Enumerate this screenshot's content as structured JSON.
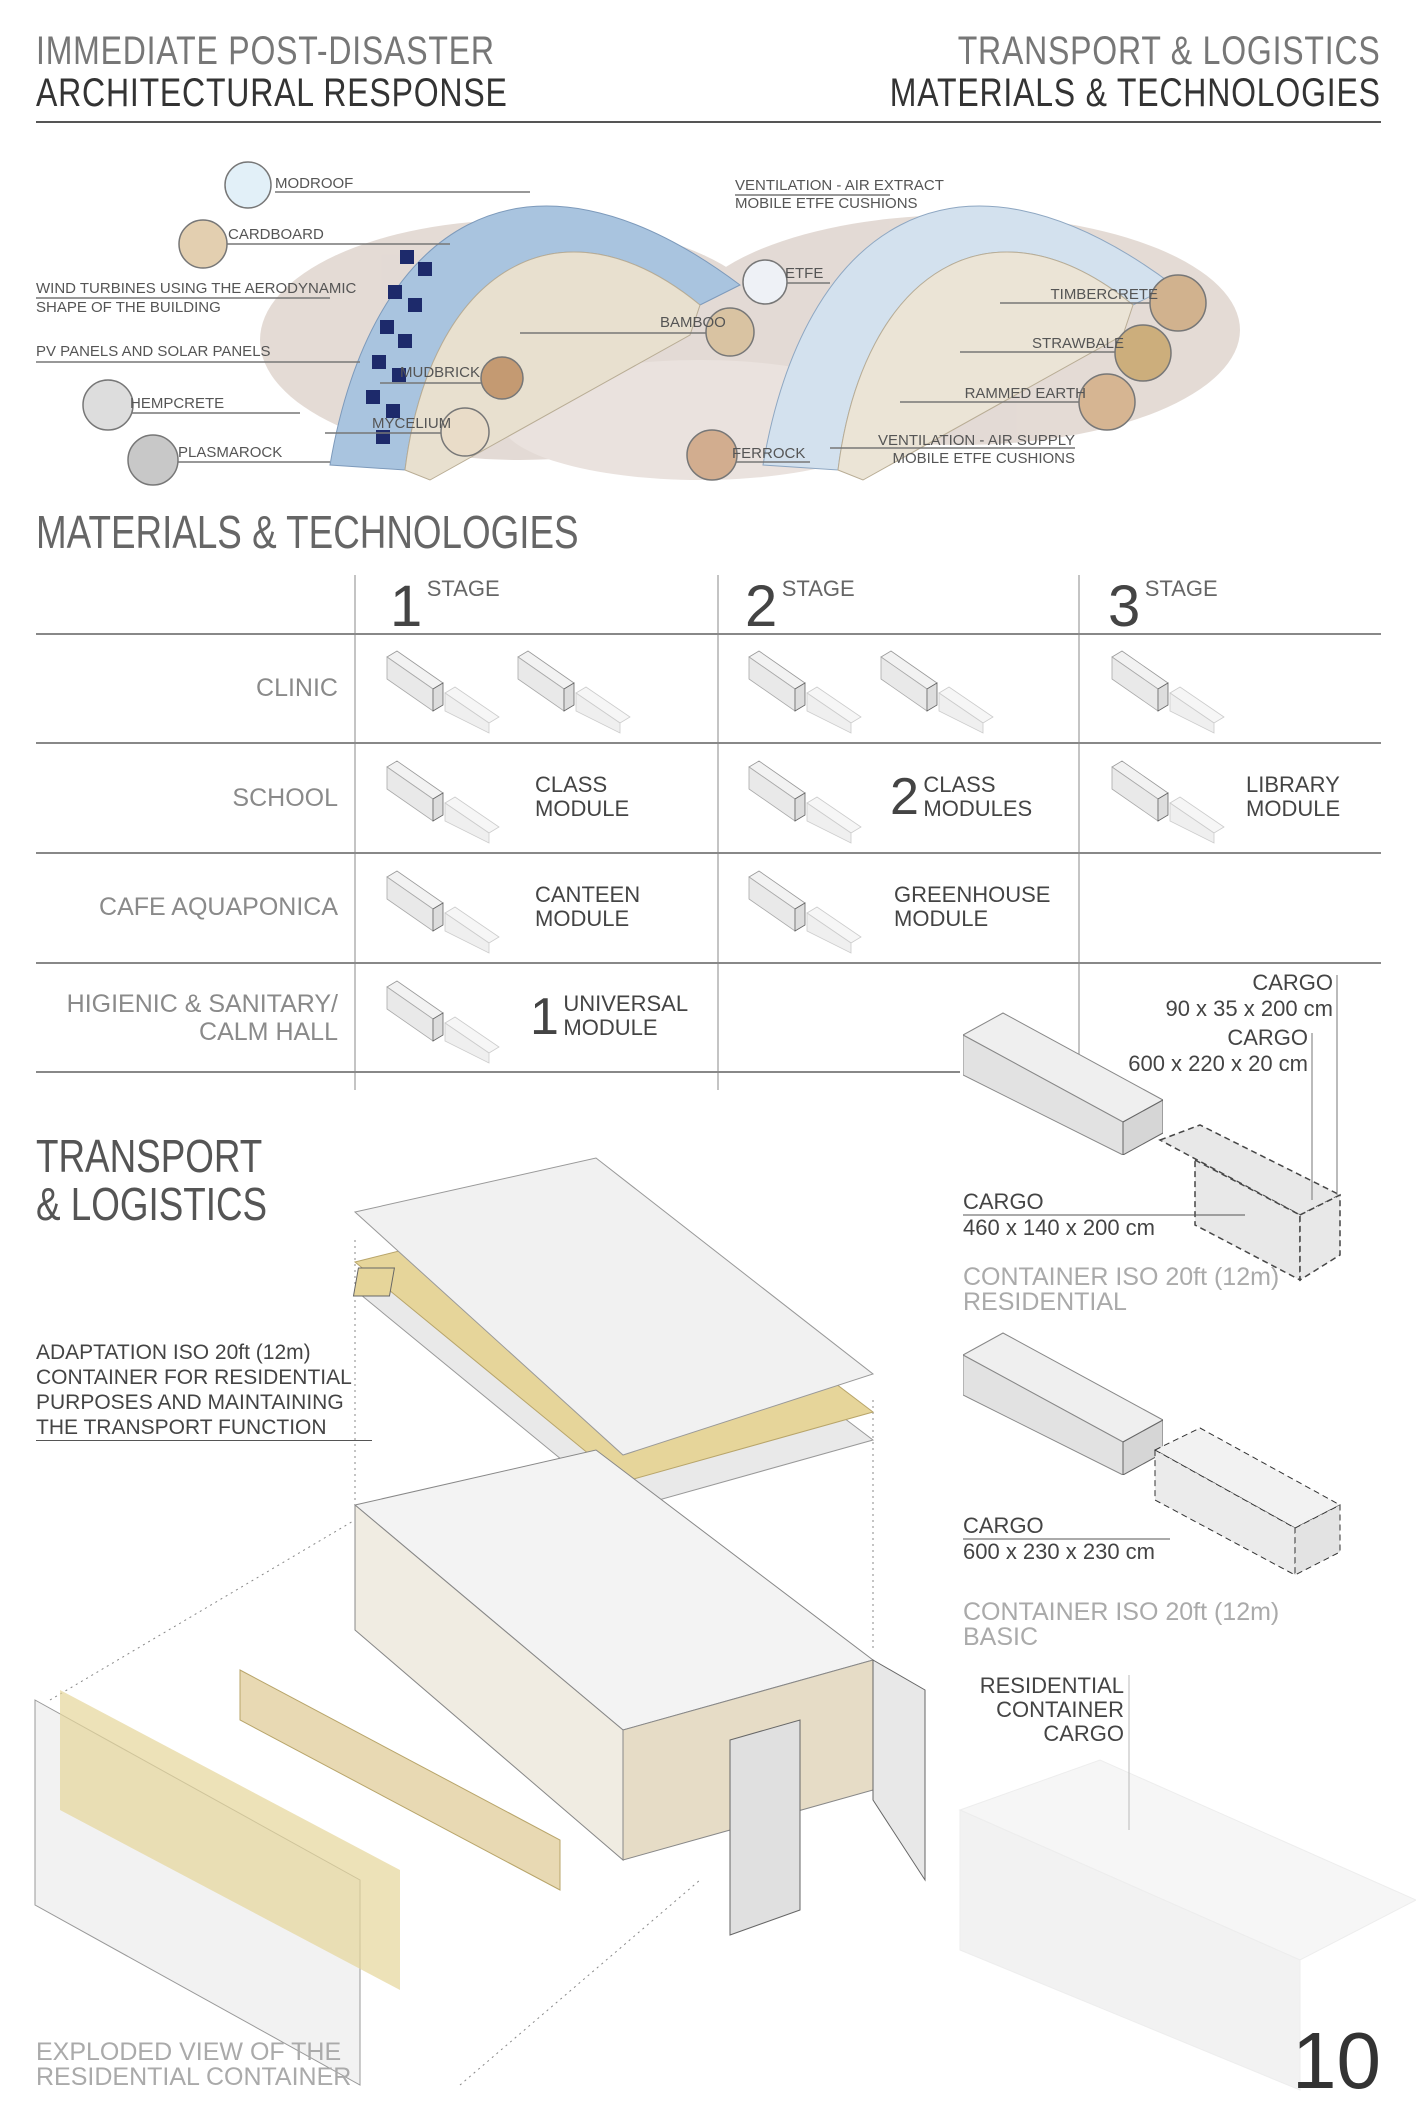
{
  "header": {
    "left_line1": "IMMEDIATE  POST-DISASTER",
    "left_line2": "ARCHITECTURAL RESPONSE",
    "right_line1": "TRANSPORT & LOGISTICS",
    "right_line2": "MATERIALS & TECHNOLOGIES"
  },
  "materials_diagram": {
    "modroof": "MODROOF",
    "cardboard": "CARDBOARD",
    "wind_line1": "WIND TURBINES USING THE AERODYNAMIC",
    "wind_line2": "SHAPE OF THE BUILDING",
    "pv": "PV PANELS AND SOLAR PANELS",
    "hempcrete": "HEMPCRETE",
    "plasmarock": "PLASMAROCK",
    "bamboo": "BAMBOO",
    "mudbrick": "MUDBRICK",
    "mycelium": "MYCELIUM",
    "vent_extract_line1": "VENTILATION - AIR EXTRACT",
    "vent_extract_line2": "MOBILE ETFE CUSHIONS",
    "etfe": "ETFE",
    "ferrock": "FERROCK",
    "timbercrete": "TIMBERCRETE",
    "strawbale": "STRAWBALE",
    "rammed_earth": "RAMMED EARTH",
    "vent_supply_line1": "VENTILATION - AIR SUPPLY",
    "vent_supply_line2": "MOBILE ETFE CUSHIONS"
  },
  "table": {
    "title": "MATERIALS & TECHNOLOGIES",
    "stages": [
      {
        "num": "1",
        "label": "STAGE"
      },
      {
        "num": "2",
        "label": "STAGE"
      },
      {
        "num": "3",
        "label": "STAGE"
      }
    ],
    "rows": [
      {
        "label": "CLINIC"
      },
      {
        "label": "SCHOOL",
        "s1": {
          "line1": "CLASS",
          "line2": "MODULE"
        },
        "s2": {
          "num": "2",
          "line1": "CLASS",
          "line2": "MODULES"
        },
        "s3": {
          "line1": "LIBRARY",
          "line2": "MODULE"
        }
      },
      {
        "label": "CAFE AQUAPONICA",
        "s1": {
          "line1": "CANTEEN",
          "line2": "MODULE"
        },
        "s2": {
          "line1": "GREENHOUSE",
          "line2": "MODULE"
        }
      },
      {
        "label_line1": "HIGIENIC & SANITARY/",
        "label_line2": "CALM HALL",
        "s1": {
          "num": "1",
          "line1": "UNIVERSAL",
          "line2": "MODULE"
        }
      }
    ]
  },
  "transport": {
    "title_line1": "TRANSPORT",
    "title_line2": "& LOGISTICS",
    "adaptation": [
      "ADAPTATION ISO 20ft (12m)",
      "CONTAINER FOR RESIDENTIAL",
      "PURPOSES AND MAINTAINING",
      "THE TRANSPORT FUNCTION"
    ],
    "cargo_a": {
      "label": "CARGO",
      "dims": "90 x 35 x 200 cm"
    },
    "cargo_b": {
      "label": "CARGO",
      "dims": "600 x 220 x 20 cm"
    },
    "cargo_c": {
      "label": "CARGO",
      "dims": "460 x 140 x 200 cm"
    },
    "container_residential": {
      "line1": "CONTAINER ISO 20ft (12m)",
      "line2": "RESIDENTIAL"
    },
    "cargo_d": {
      "label": "CARGO",
      "dims": "600 x 230 x 230 cm"
    },
    "container_basic": {
      "line1": "CONTAINER ISO 20ft (12m)",
      "line2": "BASIC"
    },
    "residential_cargo": [
      "RESIDENTIAL",
      "CONTAINER",
      "CARGO"
    ],
    "exploded_caption_line1": "EXPLODED VIEW OF THE",
    "exploded_caption_line2": "RESIDENTIAL CONTAINER"
  },
  "page_number": "10",
  "colors": {
    "roof_blue": "#a9c4df",
    "pv_navy": "#1d2a6b",
    "wall_beige": "#e8e0cf",
    "brush": "#cdbdb3",
    "insulation": "#e6d59a",
    "text": "#444444"
  }
}
